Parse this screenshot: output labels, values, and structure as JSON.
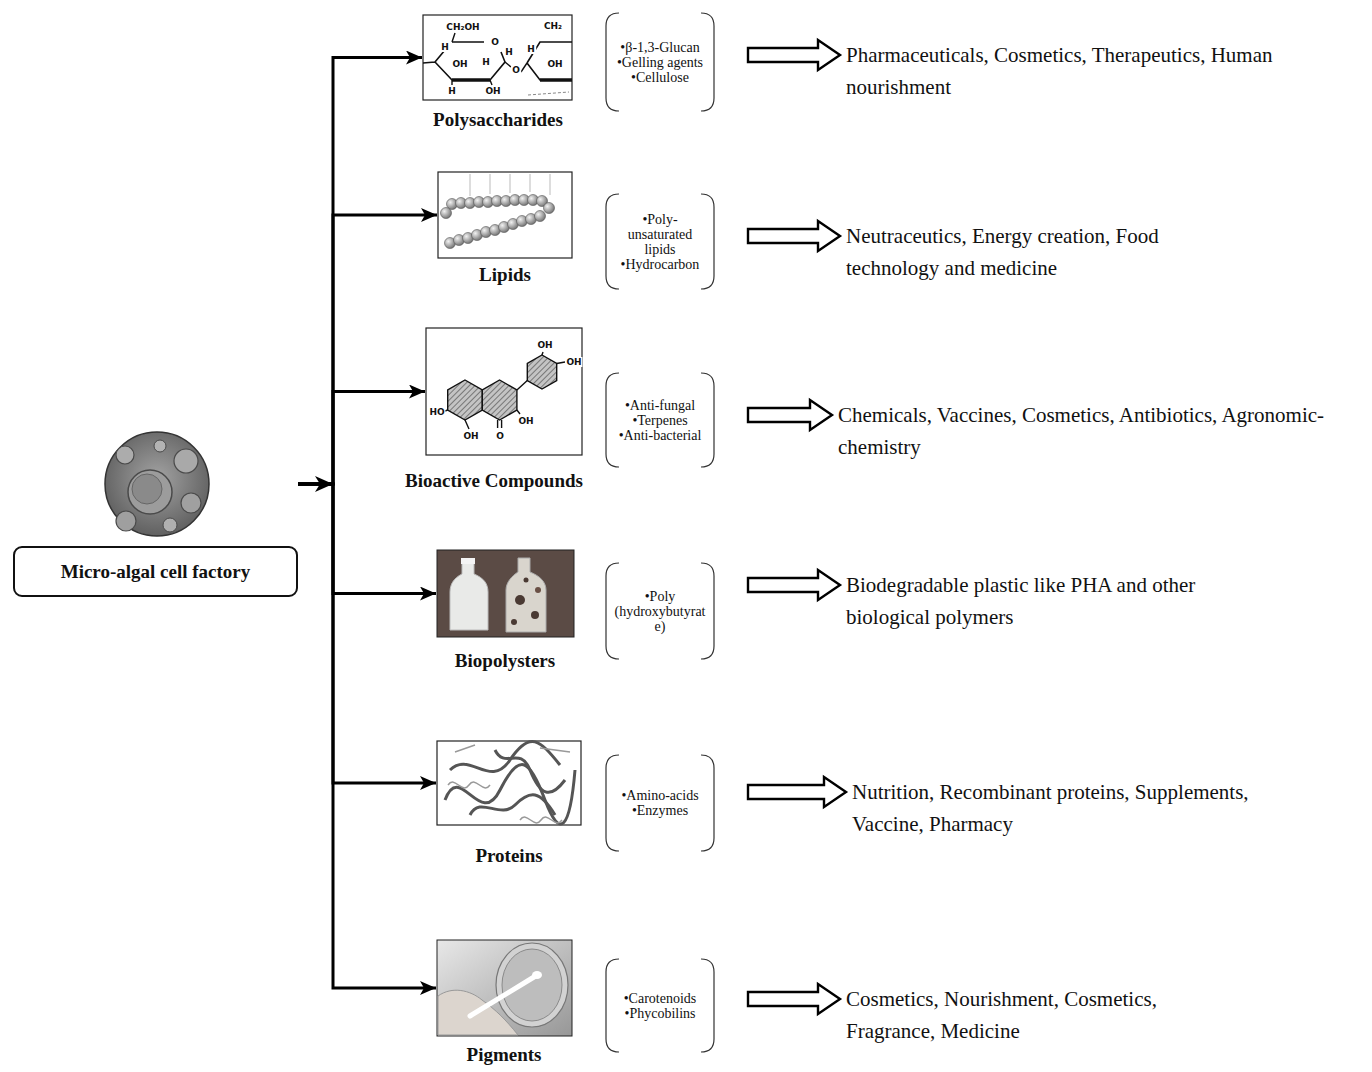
{
  "diagram": {
    "nodes": [
      {
        "text": [
          "Micro-algal cell factory"
        ]
      },
      {
        "text": [
          "Polysaccharides"
        ]
      },
      {
        "text": [
          "•β-1,3-Glucan",
          "•Gelling agents",
          "•Cellulose"
        ]
      },
      {
        "text": [
          "Pharmaceuticals, Cosmetics, Therapeutics, Human nourishment"
        ]
      },
      {
        "text": [
          "Lipids"
        ]
      },
      {
        "text": [
          "•Poly-unsaturated lipids",
          "•Hydrocarbon"
        ]
      },
      {
        "text": [
          "Neutraceutics, Energy creation, Food technology and medicine"
        ]
      },
      {
        "text": [
          "Bioactive Compounds"
        ]
      },
      {
        "text": [
          "•Anti-fungal",
          "•Terpenes",
          "•Anti-bacterial"
        ]
      },
      {
        "text": [
          "Chemicals, Vaccines, Cosmetics, Antibiotics, Agronomic-chemistry"
        ]
      },
      {
        "text": [
          "Biopolysters"
        ]
      },
      {
        "text": [
          "•Poly (hydroxybutyrate)"
        ]
      },
      {
        "text": [
          "Biodegradable plastic like PHA and other biological polymers"
        ]
      },
      {
        "text": [
          "Proteins"
        ]
      },
      {
        "text": [
          "•Amino-acids",
          "•Enzymes"
        ]
      },
      {
        "text": [
          "Nutrition, Recombinant proteins, Supplements, Vaccine, Pharmacy"
        ]
      },
      {
        "text": [
          "Pigments"
        ]
      },
      {
        "text": [
          "•Carotenoids",
          "•Phycobilins"
        ]
      },
      {
        "text": [
          "Cosmetics, Nourishment, Cosmetics, Fragrance, Medicine"
        ]
      }
    ],
    "edges": [
      {
        "from": 0,
        "to": 1,
        "arrow": "to"
      },
      {
        "from": 0,
        "to": 4,
        "arrow": "to"
      },
      {
        "from": 0,
        "to": 7,
        "arrow": "to"
      },
      {
        "from": 0,
        "to": 10,
        "arrow": "to"
      },
      {
        "from": 0,
        "to": 13,
        "arrow": "to"
      },
      {
        "from": 0,
        "to": 16,
        "arrow": "to"
      },
      {
        "from": 2,
        "to": 3,
        "arrow": "to"
      },
      {
        "from": 5,
        "to": 6,
        "arrow": "to"
      },
      {
        "from": 8,
        "to": 9,
        "arrow": "to"
      },
      {
        "from": 11,
        "to": 12,
        "arrow": "to"
      },
      {
        "from": 14,
        "to": 15,
        "arrow": "to"
      },
      {
        "from": 17,
        "to": 18,
        "arrow": "to"
      }
    ],
    "labels": [
      "CH₂OH",
      "O",
      "H",
      "H",
      "OH",
      "H",
      "H",
      "OH",
      "O",
      "CH₂",
      "H",
      "OH",
      "OH",
      "OH",
      "HO",
      "OH",
      "OH",
      "O"
    ]
  }
}
